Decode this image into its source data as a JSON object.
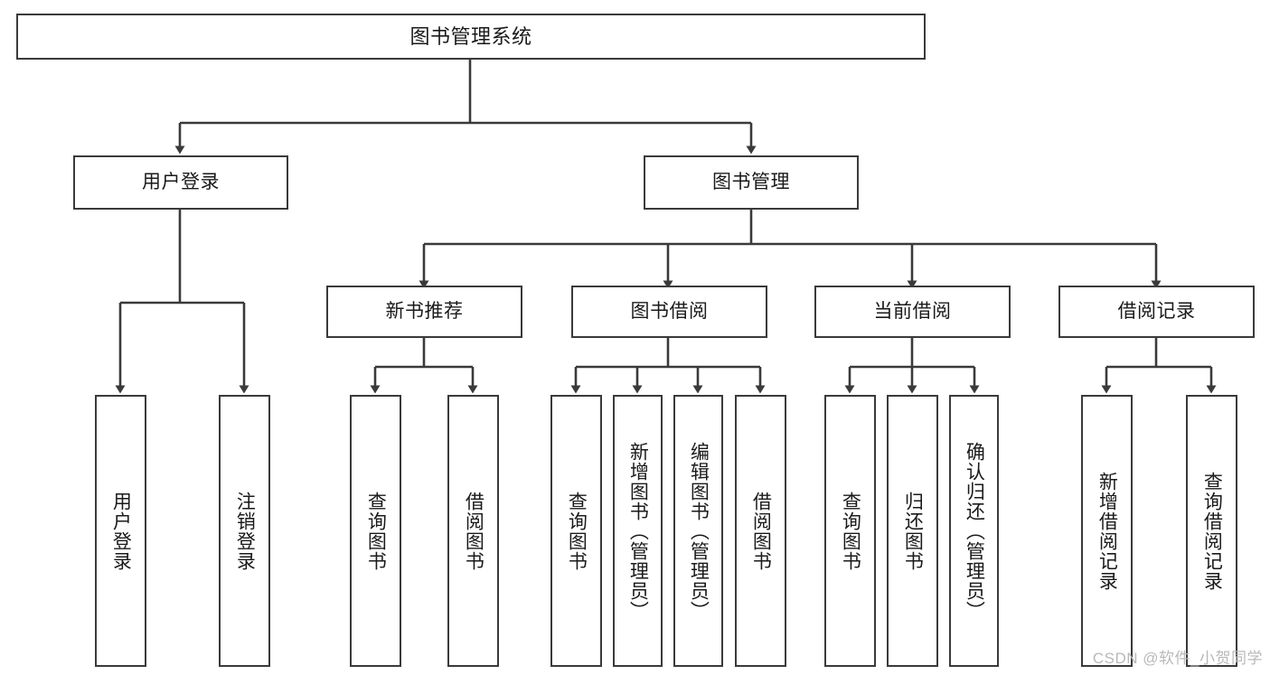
{
  "diagram": {
    "title": "图书管理系统",
    "watermark": "CSDN @软件_小贺同学",
    "line_color": "#3a3a3a",
    "box_fill": "#ffffff",
    "text_color": "#1a1a1a",
    "watermark_color": "#b9b9b9"
  },
  "nodes": {
    "root": {
      "label": "图书管理系统"
    },
    "level2": [
      {
        "label": "用户登录"
      },
      {
        "label": "图书管理"
      }
    ],
    "level3": [
      {
        "label": "新书推荐"
      },
      {
        "label": "图书借阅"
      },
      {
        "label": "当前借阅"
      },
      {
        "label": "借阅记录"
      }
    ],
    "leaves": {
      "user_login": [
        {
          "label": "用户登录"
        },
        {
          "label": "注销登录"
        }
      ],
      "new_book_recommend": [
        {
          "label": "查询图书"
        },
        {
          "label": "借阅图书"
        }
      ],
      "book_borrow": [
        {
          "label": "查询图书"
        },
        {
          "label": "新增图书（管理员）"
        },
        {
          "label": "编辑图书（管理员）"
        },
        {
          "label": "借阅图书"
        }
      ],
      "current_borrow": [
        {
          "label": "查询图书"
        },
        {
          "label": "归还图书"
        },
        {
          "label": "确认归还（管理员）"
        }
      ],
      "borrow_record": [
        {
          "label": "新增借阅记录"
        },
        {
          "label": "查询借阅记录"
        }
      ]
    }
  }
}
